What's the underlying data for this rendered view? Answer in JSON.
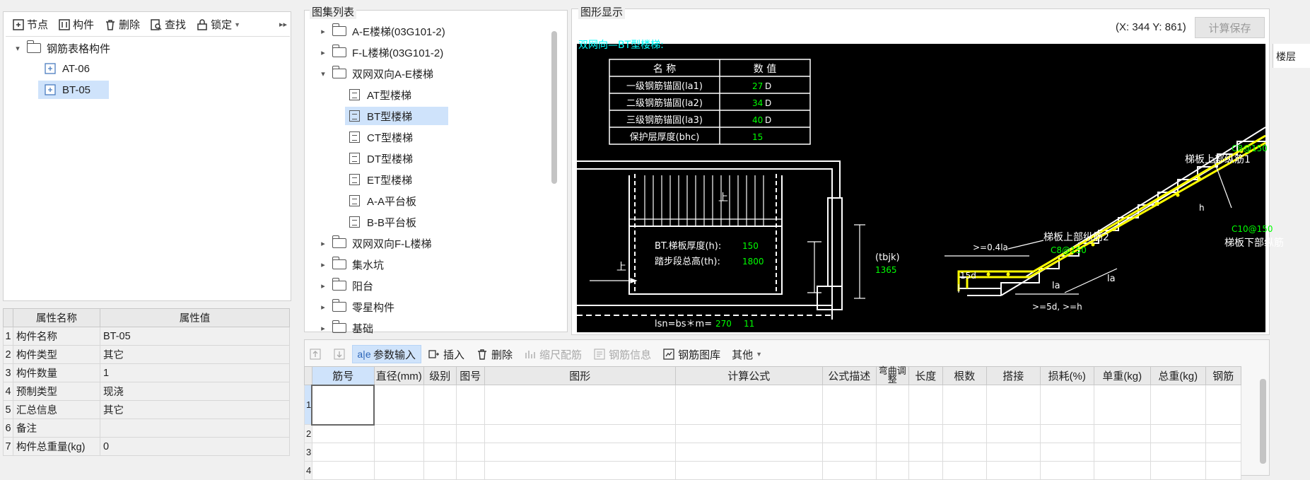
{
  "left_toolbar": [
    {
      "label": "节点",
      "icon": "node-icon"
    },
    {
      "label": "构件",
      "icon": "component-icon"
    },
    {
      "label": "删除",
      "icon": "trash-icon"
    },
    {
      "label": "查找",
      "icon": "find-icon"
    },
    {
      "label": "锁定",
      "icon": "lock-icon"
    }
  ],
  "component_tree": {
    "root": "钢筋表格构件",
    "items": [
      "AT-06",
      "BT-05"
    ],
    "selected": "BT-05"
  },
  "properties": {
    "headers": [
      "属性名称",
      "属性值"
    ],
    "rows": [
      {
        "n": "1",
        "name": "构件名称",
        "value": "BT-05"
      },
      {
        "n": "2",
        "name": "构件类型",
        "value": "其它"
      },
      {
        "n": "3",
        "name": "构件数量",
        "value": "1"
      },
      {
        "n": "4",
        "name": "预制类型",
        "value": "现浇"
      },
      {
        "n": "5",
        "name": "汇总信息",
        "value": "其它"
      },
      {
        "n": "6",
        "name": "备注",
        "value": ""
      },
      {
        "n": "7",
        "name": "构件总重量(kg)",
        "value": "0"
      }
    ]
  },
  "atlas": {
    "title": "图集列表",
    "folders_top": [
      "A-E楼梯(03G101-2)",
      "F-L楼梯(03G101-2)",
      "双网双向A-E楼梯"
    ],
    "children": [
      "AT型楼梯",
      "BT型楼梯",
      "CT型楼梯",
      "DT型楼梯",
      "ET型楼梯",
      "A-A平台板",
      "B-B平台板"
    ],
    "selected_child": "BT型楼梯",
    "folders_bottom": [
      "双网双向F-L楼梯",
      "集水坑",
      "阳台",
      "零星构件",
      "基础"
    ]
  },
  "graphic": {
    "title": "图形显示",
    "coords": "(X: 344 Y: 861)",
    "save_button": "计算保存",
    "right_edge_label": "楼层",
    "cad_title": "双网向—BT型楼梯:",
    "table_headers": [
      "名 称",
      "数 值"
    ],
    "table_rows": [
      {
        "name": "一级钢筋锚固(la1)",
        "value": "27",
        "unit": "D"
      },
      {
        "name": "二级钢筋锚固(la2)",
        "value": "34",
        "unit": "D"
      },
      {
        "name": "三级钢筋锚固(la3)",
        "value": "40",
        "unit": "D"
      },
      {
        "name": "保护层厚度(bhc)",
        "value": "15",
        "unit": ""
      }
    ],
    "plan_up": "上",
    "thickness_label": "BT.梯板厚度(h):",
    "thickness_value": "150",
    "height_label": "踏步段总高(th):",
    "height_value": "1800",
    "lsn_label": "lsn=bs＊m=",
    "lsn_value": "270",
    "lsn_mult": "11",
    "tbjk_label": "(tbjk)",
    "tbjk_value": "1365",
    "ann_c8_150_top": "C8@150",
    "ann_upper_rebar1": "梯板上部纵筋1",
    "ann_upper_rebar2": "梯板上部纵筋2",
    "ann_c8_150_mid": "C8@150",
    "ann_c10_150": "C10@150",
    "ann_lower_rebar": "梯板下部纵筋",
    "ann_04la": ">=0.4la",
    "ann_15d": "15d",
    "ann_la1": "la",
    "ann_la2": "la",
    "ann_5d": ">=5d, >=h",
    "ann_h": "h"
  },
  "bottom_toolbar": [
    {
      "label": "",
      "icon": "move-up-icon",
      "state": "dis"
    },
    {
      "label": "",
      "icon": "move-down-icon",
      "state": "dis"
    },
    {
      "label": "参数输入",
      "icon": "param-input-icon",
      "state": "act"
    },
    {
      "label": "插入",
      "icon": "insert-icon",
      "state": ""
    },
    {
      "label": "删除",
      "icon": "delete-icon",
      "state": ""
    },
    {
      "label": "缩尺配筋",
      "icon": "scale-rebar-icon",
      "state": "dis"
    },
    {
      "label": "钢筋信息",
      "icon": "rebar-info-icon",
      "state": "dis"
    },
    {
      "label": "钢筋图库",
      "icon": "rebar-library-icon",
      "state": ""
    },
    {
      "label": "其他",
      "icon": "",
      "state": ""
    }
  ],
  "rebar_grid": {
    "headers": [
      "筋号",
      "直径(mm)",
      "级别",
      "图号",
      "图形",
      "计算公式",
      "公式描述",
      "弯曲调整",
      "长度",
      "根数",
      "搭接",
      "损耗(%)",
      "单重(kg)",
      "总重(kg)",
      "钢筋"
    ],
    "row_numbers": [
      "1",
      "2",
      "3",
      "4"
    ]
  },
  "colors": {
    "selection": "#cfe3fb",
    "cad_bg": "#000000",
    "cad_line": "#ffffff",
    "cad_value": "#00ff00",
    "rebar": "#ffff00"
  }
}
